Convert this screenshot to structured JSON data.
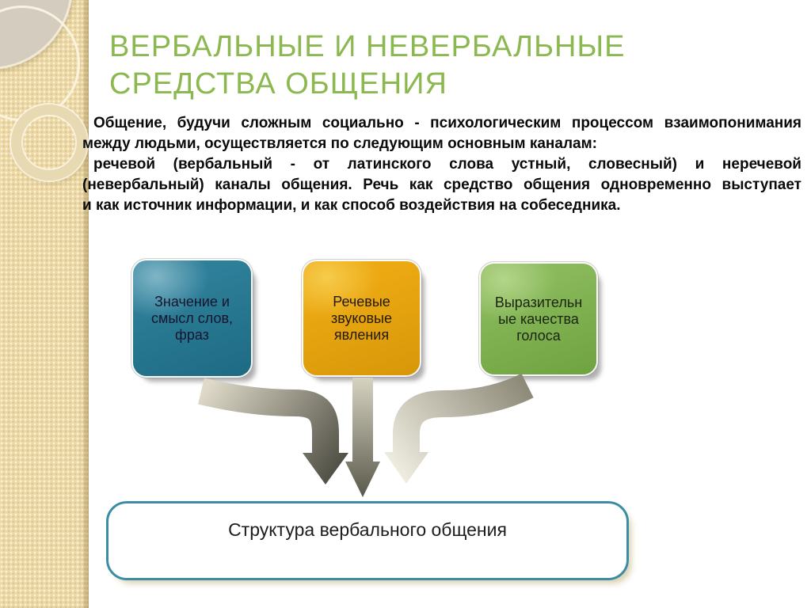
{
  "slide": {
    "background_color": "#ffffff",
    "sidebar": {
      "base_color": "#ecd9a7",
      "decorations": [
        "gray-disc",
        "circle-outline",
        "thick-ring"
      ]
    },
    "title": {
      "color": "#8cb850",
      "line1": "ВЕРБАЛЬНЫЕ И НЕВЕРБАЛЬНЫЕ",
      "line2": "СРЕДСТВА ОБЩЕНИЯ"
    },
    "paragraph": {
      "lines": [
        "Общение, будучи сложным социально - психологическим процессом взаимопонимания",
        "между людьми, осуществляется по следующим основным каналам:",
        "речевой (вербальный - от латинского слова устный, словесный) и неречевой",
        "(невербальный) каналы общения. Речь как средство общения одновременно выступает",
        "и как источник информации, и как способ воздействия на собеседника."
      ]
    },
    "flow_boxes": [
      {
        "id": "meaning",
        "color_main": "#2e7f99",
        "lines": [
          "Значение  и",
          "смысл слов,",
          "фраз"
        ]
      },
      {
        "id": "speech-sound",
        "color_main": "#eca912",
        "lines": [
          "Речевые",
          "звуковые",
          "явления"
        ]
      },
      {
        "id": "voice-quality",
        "color_main": "#89b95a",
        "lines": [
          "Выразительн",
          "ые качества",
          "голоса"
        ]
      }
    ],
    "arrows": {
      "dark_color": "#55544a",
      "light_color": "#eeecdf",
      "count": 3
    },
    "bottom_box": {
      "label": "Структура вербального общения",
      "border_color": "#3b8da5"
    }
  }
}
